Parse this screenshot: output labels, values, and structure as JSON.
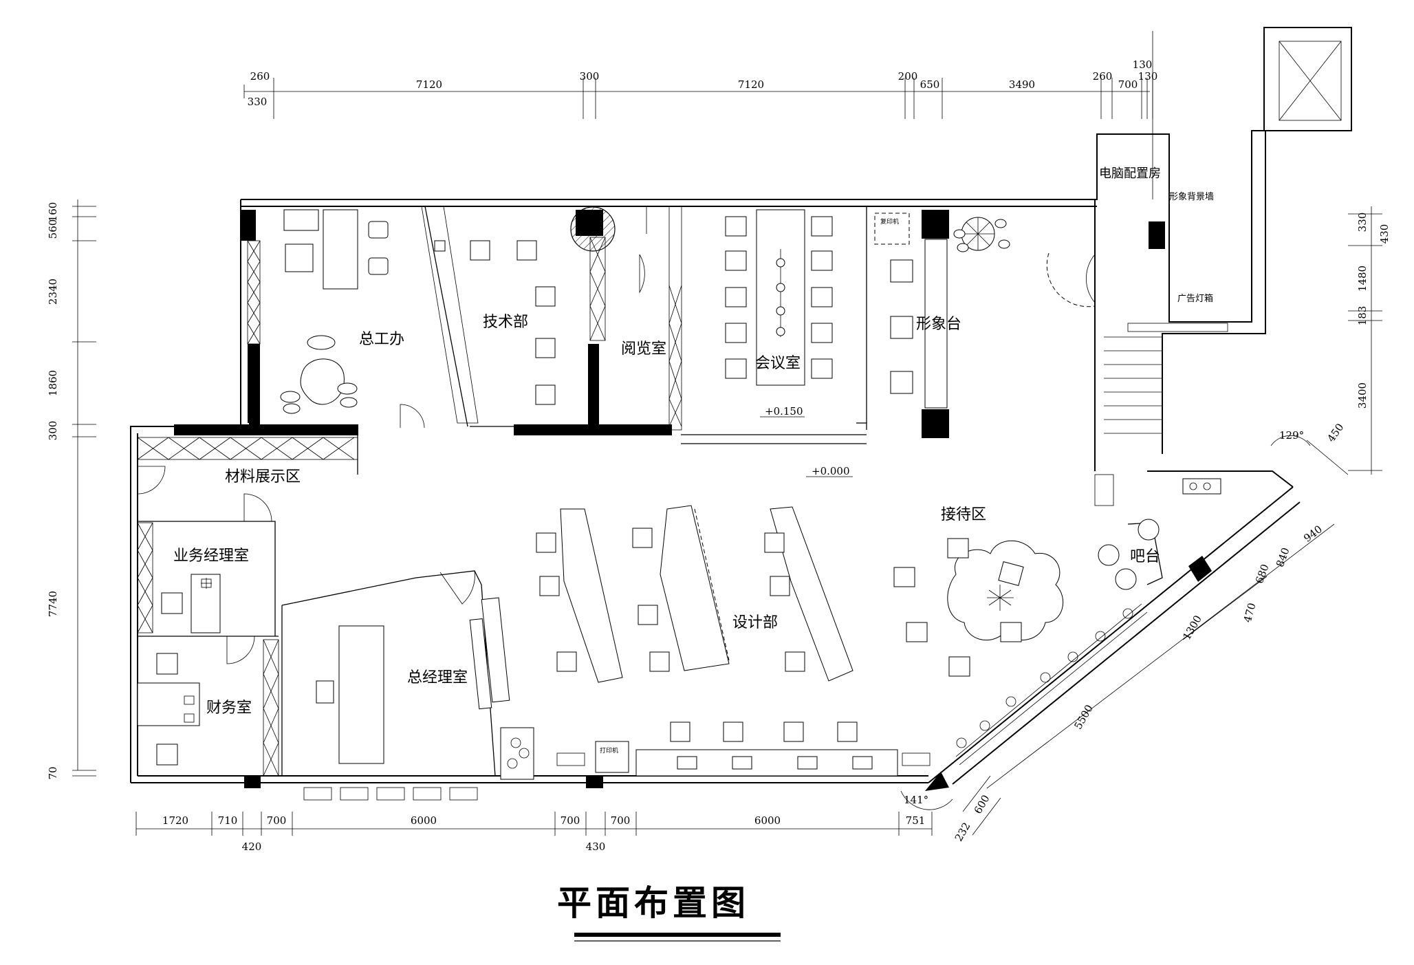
{
  "title": "平面布置图",
  "rooms": {
    "chief_engineer": "总工办",
    "tech_dept": "技术部",
    "reading_room": "阅览室",
    "meeting_room": "会议室",
    "image_desk": "形象台",
    "computer_room": "电脑配置房",
    "image_wall": "形象背景墙",
    "ad_lightbox": "广告灯箱",
    "material_display": "材料展示区",
    "business_manager": "业务经理室",
    "finance": "财务室",
    "general_manager": "总经理室",
    "design_dept": "设计部",
    "reception": "接待区",
    "bar": "吧台"
  },
  "levels": {
    "upper": "+0.150",
    "lower": "+0.000"
  },
  "angles": {
    "a129": "129°",
    "a141": "141°"
  },
  "top_dims": {
    "d260a": "260",
    "d330": "330",
    "d7120a": "7120",
    "d300": "300",
    "d7120b": "7120",
    "d200": "200",
    "d650": "650",
    "d3490": "3490",
    "d260b": "260",
    "d700": "700",
    "d130a": "130",
    "d130b": "130"
  },
  "left_dims": {
    "d160": "160",
    "d560": "560",
    "d2340": "2340",
    "d1860": "1860",
    "d300": "300",
    "d7740": "7740",
    "d70": "70"
  },
  "bottom_dims": {
    "d1720": "1720",
    "d710": "710",
    "d700a": "700",
    "d420": "420",
    "d6000a": "6000",
    "d700b": "700",
    "d430": "430",
    "d700c": "700",
    "d6000b": "6000",
    "d751": "751",
    "d600": "600",
    "d232": "232"
  },
  "right_dims": {
    "d330": "330",
    "d430": "430",
    "d1480": "1480",
    "d183": "183",
    "d3400": "3400",
    "d450": "450"
  },
  "diag_dims": {
    "d940": "940",
    "d840": "840",
    "d680": "680",
    "d470": "470",
    "d1300": "1300",
    "d5500": "5500"
  }
}
